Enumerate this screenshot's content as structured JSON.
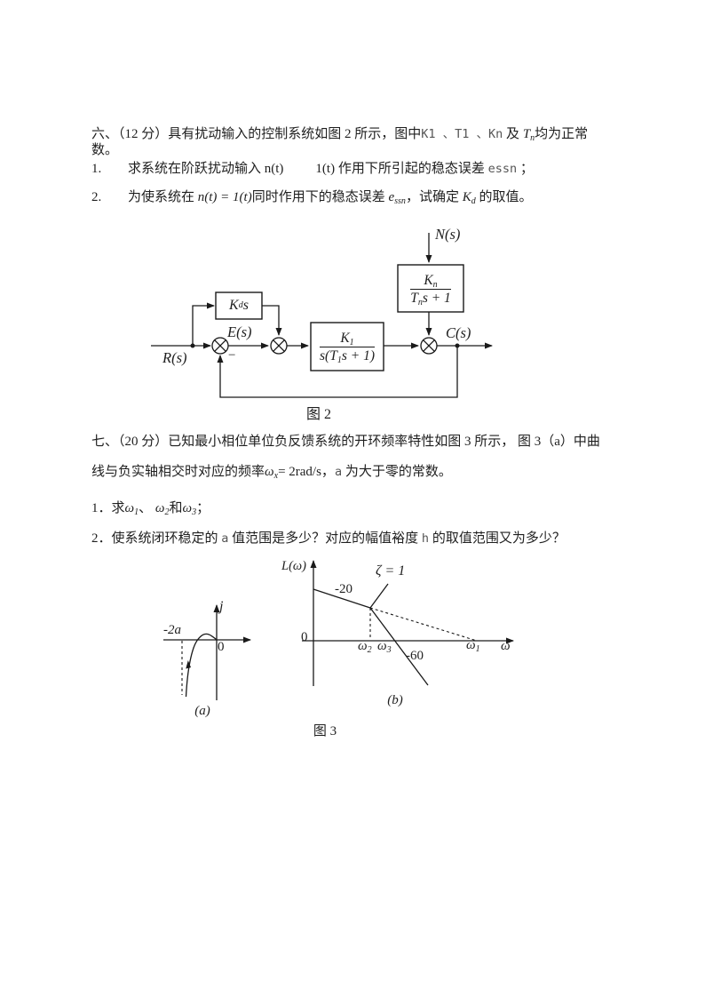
{
  "p6": {
    "line1_pre": "六、（12 分）具有扰动输入的控制系统如图 2 所示，图中",
    "line1_code": "K1 、T1 、Kn",
    "line1_mid": " 及 ",
    "line1_T": "T",
    "line1_Tsub": "n",
    "line1_post": "均为正常",
    "line2": "数。",
    "item1_num": "1.",
    "item1_a": "求系统在阶跃扰动输入 n(t)",
    "item1_b": "1(t) 作用下所引起的稳态误差 ",
    "item1_code": "essn",
    "item1_end": " ；",
    "item2_num": "2.",
    "item2_a": "为使系统在 ",
    "item2_math1": "n(t) = 1(t)",
    "item2_b": "同时作用下的稳态误差 ",
    "item2_e": "e",
    "item2_esub": "ssn",
    "item2_c": "，试确定 ",
    "item2_K": "K",
    "item2_Ksub": "d",
    "item2_d": " 的取值。"
  },
  "fig2": {
    "caption": "图 2",
    "rs": "R(s)",
    "es": "E(s)",
    "cs": "C(s)",
    "ns": "N(s)",
    "minus": "−",
    "kd_main": "K",
    "kd_sub": "d",
    "kd_suffix": " s",
    "plant_num_main": "K",
    "plant_num_sub": "1",
    "plant_den_pre": "s(T",
    "plant_den_sub": "1",
    "plant_den_post": "s + 1)",
    "noise_num_main": "K",
    "noise_num_sub": "n",
    "noise_den_pre": "T",
    "noise_den_sub": "n",
    "noise_den_post": "s + 1"
  },
  "p7": {
    "line1": "七、（20 分）已知最小相位单位负反馈系统的开环频率特性如图 3 所示， 图 3（a）中曲",
    "line2_a": "线与负实轴相交时对应的频率",
    "line2_w": "ω",
    "line2_wsub": "x",
    "line2_b": "= 2rad/s，",
    "line2_code": "a",
    "line2_c": " 为大于零的常数。",
    "item1_pre": "1．求",
    "w1": "ω",
    "w1sub": "1",
    "sep1": "、 ",
    "w2": "ω",
    "w2sub": "2",
    "sep2": "和",
    "w3": "ω",
    "w3sub": "3",
    "item1_end": "；",
    "item2_a": "2．使系统闭环稳定的 ",
    "item2_code1": "a",
    "item2_b": " 值范围是多少？对应的幅值裕度 ",
    "item2_code2": "h",
    "item2_c": " 的取值范围又为多少？"
  },
  "fig3": {
    "caption": "图 3",
    "a": {
      "j": "j",
      "zero": "0",
      "asymptote": "-2a",
      "caption": "(a)"
    },
    "b": {
      "ylabel": "L(ω)",
      "zero": "0",
      "slope20": "-20",
      "zeta": "ζ = 1",
      "slope60": "-60",
      "w2": "ω",
      "w2sub": "2",
      "w3": "ω",
      "w3sub": "3",
      "w1": "ω",
      "w1sub": "1",
      "xlabel": "ω",
      "caption": "(b)"
    }
  }
}
